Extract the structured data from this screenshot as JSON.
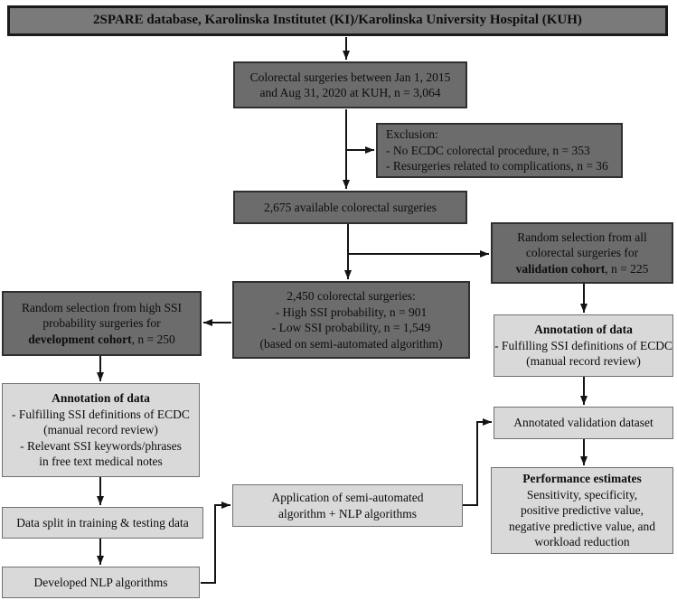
{
  "colors": {
    "header_fill": "#7a7a7a",
    "dark_box_fill": "#6c6c6c",
    "light_box_fill": "#d9d9d9",
    "arrow_color": "#141414"
  },
  "boxes": {
    "header": {
      "text": "2SPARE database, Karolinska Institutet (KI)/Karolinska University Hospital (KUH)"
    },
    "colorectal": {
      "line1": "Colorectal surgeries between Jan 1, 2015",
      "line2": "and Aug 31, 2020 at KUH, n = 3,064"
    },
    "exclusion": {
      "line1": "Exclusion:",
      "line2": "- No ECDC colorectal procedure, n = 353",
      "line3": "- Resurgeries related to complications, n = 36"
    },
    "available": {
      "text": "2,675 available colorectal surgeries"
    },
    "validation_selection": {
      "line1": "Random selection from all",
      "line2": "colorectal surgeries for",
      "bold": "validation cohort",
      "rest": ", n = 225"
    },
    "surgeries_2450": {
      "line1": "2,450 colorectal surgeries:",
      "line2": "- High SSI probability, n = 901",
      "line3": "- Low SSI probability, n = 1,549",
      "line4": "(based on semi-automated algorithm)"
    },
    "development_selection": {
      "line1": "Random selection from high SSI",
      "line2": "probability surgeries for",
      "bold": "development cohort",
      "rest": ", n = 250"
    },
    "annotation_validation": {
      "title": "Annotation of data",
      "line1": "- Fulfilling SSI definitions of ECDC",
      "line2": "(manual record review)"
    },
    "annotation_development": {
      "title": "Annotation of data",
      "line1": "- Fulfilling SSI definitions of ECDC",
      "line2": "(manual record review)",
      "line3": "- Relevant SSI keywords/phrases",
      "line4": "in free text medical notes"
    },
    "annotated_dataset": {
      "text": "Annotated validation dataset"
    },
    "performance": {
      "title": "Performance estimates",
      "line1": "Sensitivity, specificity,",
      "line2": "positive predictive value,",
      "line3": "negative predictive value, and",
      "line4": "workload reduction"
    },
    "data_split": {
      "text": "Data split in training & testing data"
    },
    "developed_nlp": {
      "text": "Developed NLP algorithms"
    },
    "application": {
      "line1": "Application of semi-automated",
      "line2": "algorithm + NLP algorithms"
    }
  }
}
